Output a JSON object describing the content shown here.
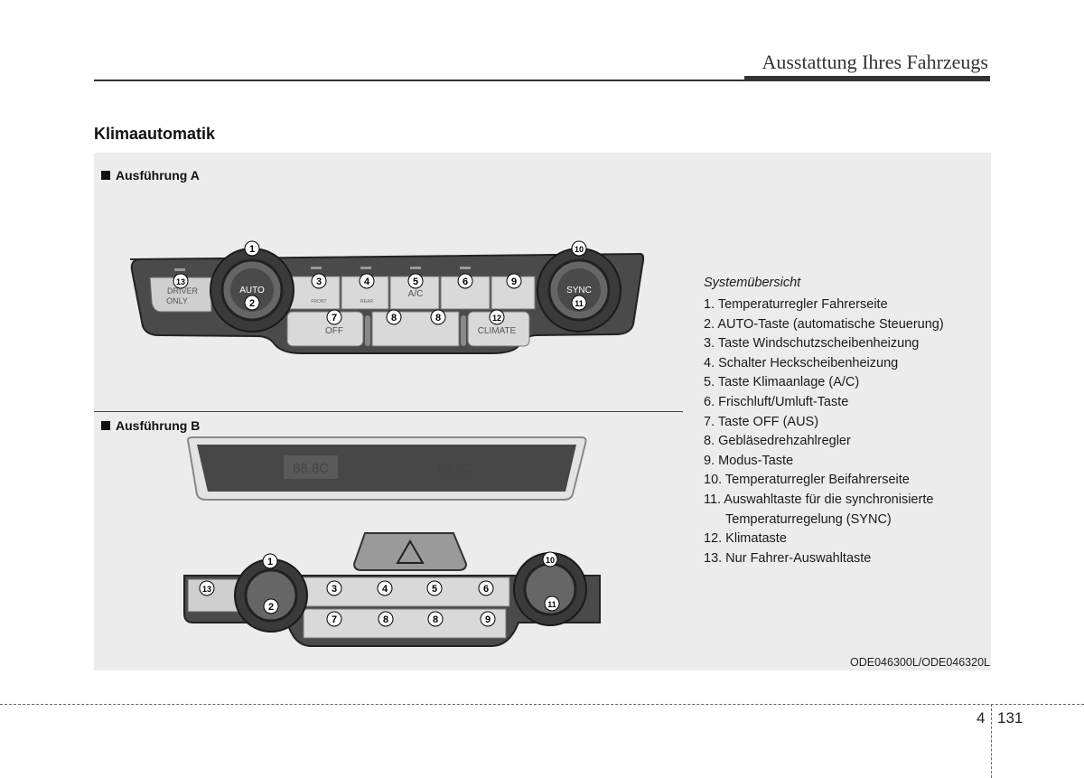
{
  "header": {
    "title": "Ausstattung Ihres Fahrzeugs"
  },
  "section": {
    "title": "Klimaautomatik"
  },
  "variants": {
    "a": "Ausführung A",
    "b": "Ausführung B"
  },
  "panel_labels": {
    "driver": "DRIVER",
    "only": "ONLY",
    "auto": "AUTO",
    "sync": "SYNC",
    "ac": "A/C",
    "off": "OFF",
    "climate": "CLIMATE",
    "front": "FRONT",
    "rear": "REAR",
    "display_left": "88.8C",
    "display_right": "88.8C"
  },
  "legend": {
    "heading": "Systemübersicht",
    "items": [
      "1. Temperaturregler Fahrerseite",
      "2. AUTO-Taste (automatische Steuerung)",
      "3. Taste Windschutzscheibenheizung",
      "4. Schalter Heckscheibenheizung",
      "5. Taste Klimaanlage (A/C)",
      "6. Frischluft/Umluft-Taste",
      "7. Taste OFF (AUS)",
      "8. Gebläsedrehzahlregler",
      "9. Modus-Taste",
      "10. Temperaturregler Beifahrerseite",
      "11. Auswahltaste für die synchronisierte Temperaturregelung (SYNC)",
      "12. Klimataste",
      "13. Nur Fahrer-Auswahltaste"
    ]
  },
  "image_code": "ODE046300L/ODE046320L",
  "footer": {
    "chapter": "4",
    "page": "131"
  }
}
